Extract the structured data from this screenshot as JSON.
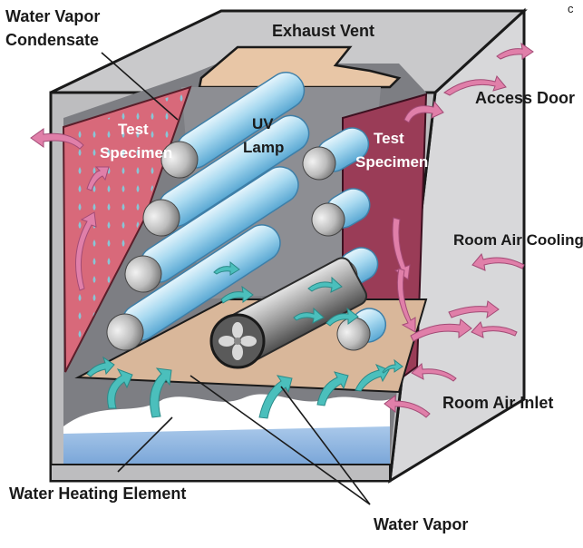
{
  "labels": {
    "water_vapor_condensate_line1": "Water Vapor",
    "water_vapor_condensate_line2": "Condensate",
    "exhaust_vent": "Exhaust Vent",
    "access_door": "Access Door",
    "test_specimen_left_line1": "Test",
    "test_specimen_left_line2": "Specimen",
    "uv_lamp_line1": "UV",
    "uv_lamp_line2": "Lamp",
    "test_specimen_right_line1": "Test",
    "test_specimen_right_line2": "Specimen",
    "room_air_cooling": "Room Air Cooling",
    "room_air_inlet": "Room Air Inlet",
    "water_heating_element": "Water Heating Element",
    "water_vapor": "Water Vapor",
    "corner_mark": "c"
  },
  "colors": {
    "cabinet_outer": "#c9c9cb",
    "cabinet_side": "#d9d9db",
    "cabinet_interior": "#7d7e83",
    "specimen_left": "#d8697a",
    "specimen_right": "#9a3c57",
    "uv_lamp": "#9fd4ee",
    "uv_lamp_highlight": "#e6f5fc",
    "water": "#8ab3df",
    "vapor_arrow": "#4bbfbc",
    "air_arrow": "#e07fa9",
    "vent_tan": "#e8c6a6"
  }
}
